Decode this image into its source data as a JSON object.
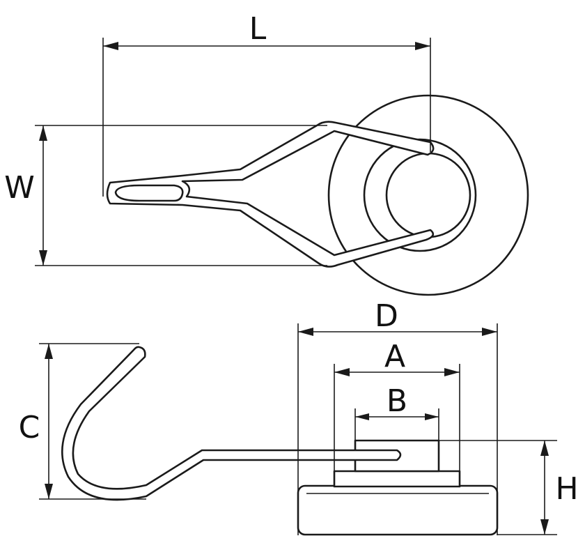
{
  "labels": {
    "L": "L",
    "W": "W",
    "D": "D",
    "A": "A",
    "B": "B",
    "C": "C",
    "H": "H"
  },
  "colors": {
    "line": "#1a1a1a",
    "background": "#ffffff"
  }
}
